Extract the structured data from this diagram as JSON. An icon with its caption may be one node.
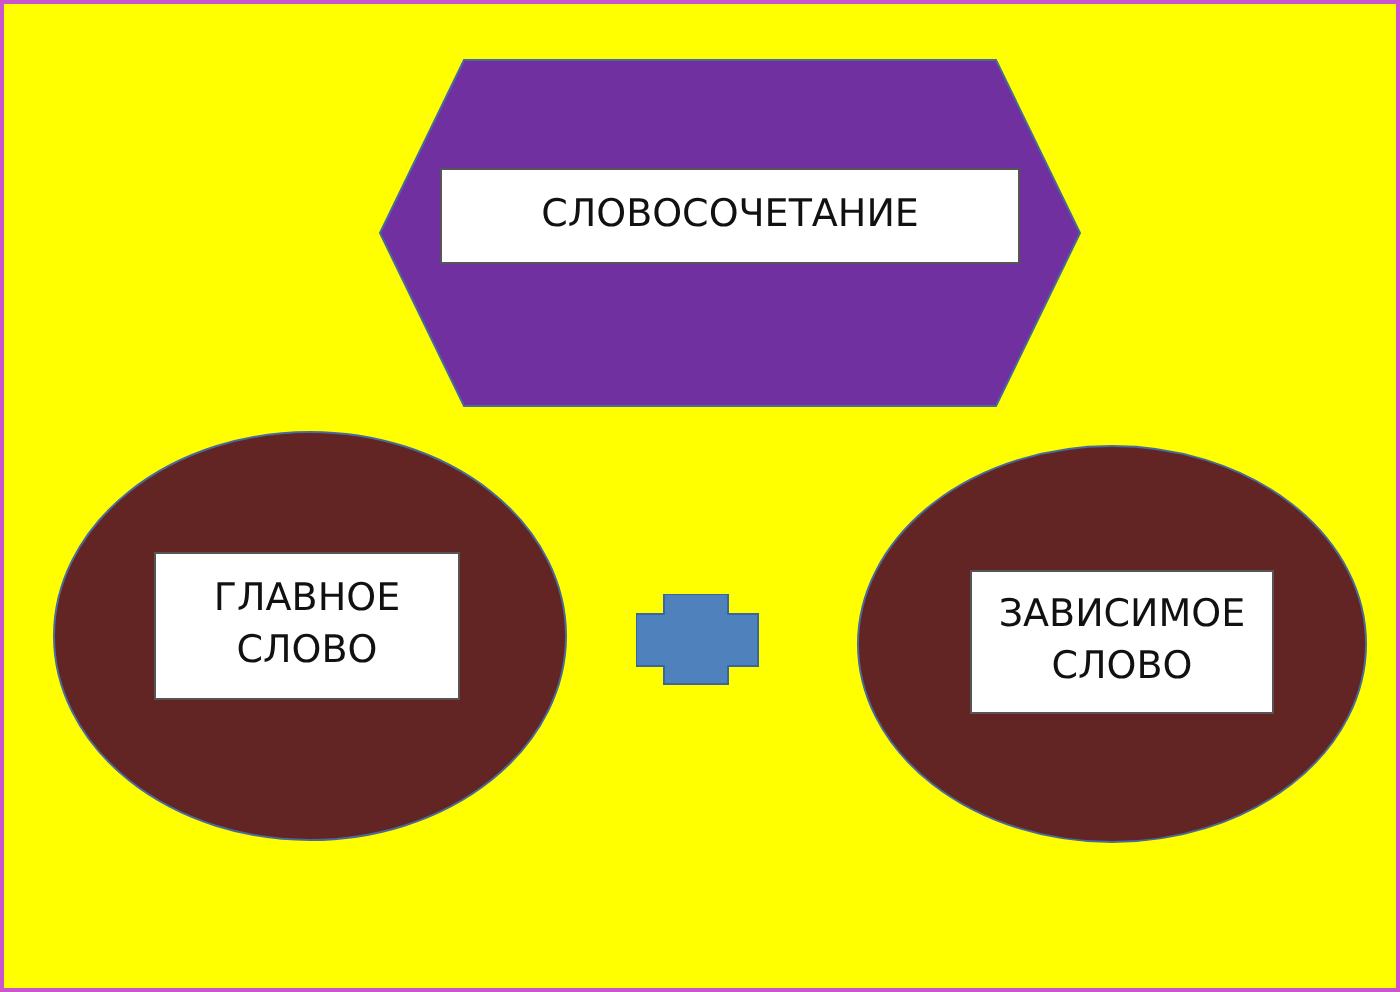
{
  "diagram": {
    "nodes": [
      {
        "text": [],
        "shape": "hexagon"
      },
      {
        "text": [
          "СЛОВОСОЧЕТАНИЕ"
        ],
        "in": 0
      },
      {
        "text": [],
        "shape": "ellipse"
      },
      {
        "text": [
          "ГЛАВНОЕ СЛОВО"
        ],
        "in": 2
      },
      {
        "text": [],
        "shape": "ellipse"
      },
      {
        "text": [
          "ЗАВИСИМОЕ СЛОВО"
        ],
        "in": 4
      }
    ]
  }
}
